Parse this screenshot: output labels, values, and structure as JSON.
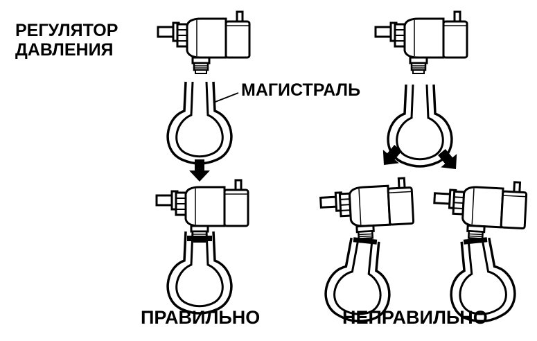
{
  "labels": {
    "regulator_line1": "РЕГУЛЯТОР",
    "regulator_line2": "ДАВЛЕНИЯ",
    "main_line": "МАГИСТРАЛЬ",
    "correct": "ПРАВИЛЬНО",
    "incorrect": "НЕПРАВИЛЬНО"
  },
  "colors": {
    "ink": "#000000",
    "fill": "#ffffff",
    "tube_wall": "#7a7a7a"
  },
  "icons": [
    "pressure-regulator-icon",
    "fuel-rail-icon",
    "arrow-down-icon"
  ]
}
